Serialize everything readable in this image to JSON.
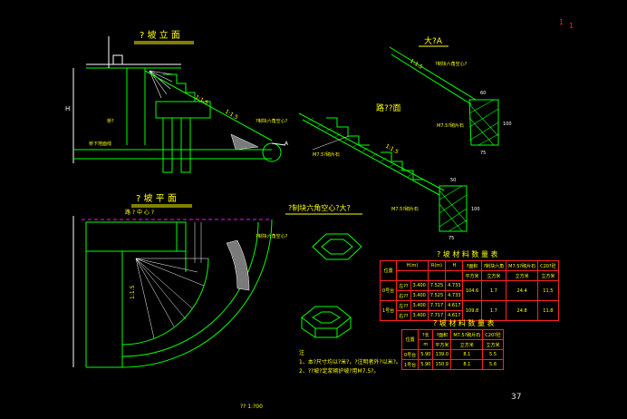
{
  "corner_marks": [
    "1",
    "1"
  ],
  "page_number": "37",
  "views": {
    "elevation_title": "? 坡 立 面",
    "plan_title": "? 坡 平 面",
    "detail_a_title": "大?A",
    "detail_b_title": "路??面",
    "hex_title": "?制块六角空心?大?",
    "plan_top_label": "路 ? 中 心 ?",
    "elev_label_h": "H",
    "elev_label_a": "A",
    "elev_label_ground": "桥下地面线",
    "elev_label_slope1": "1:1.5",
    "elev_label_slope2": "1:1.5",
    "elev_label_fill": "?制块六角空心?",
    "elev_label_pier": "桥?",
    "plan_label_slope": "1:1.5",
    "plan_label_fill": "?制块六角空心?",
    "det_a_slope": "1:1.5",
    "det_a_label": "?制块六角空心?",
    "det_a_mortar": "M7.5?砌片石",
    "det_a_dim1": "60",
    "det_a_dim2": "100",
    "det_a_dim3": "75",
    "det_b_slope": "1:1.5",
    "det_b_mortar1": "M7.5?砌片石",
    "det_b_mortar2": "M7.5?砌片石",
    "det_b_dim1": "50",
    "det_b_dim2": "100",
    "det_b_dim3": "75",
    "footer": "?? 1:?00"
  },
  "materials_table": {
    "title": "? 坡 材 料 数 量 表",
    "headers": [
      "位置",
      "H(m)",
      "R(m)",
      "H",
      "?面积",
      "?制块六角",
      "M7.5?砌片石",
      "C20?砼"
    ],
    "units": [
      "",
      "",
      "",
      "",
      "平方米",
      "立方米",
      "立方米",
      "立方米"
    ],
    "rows": [
      {
        "pos": "0号台",
        "side": "左??",
        "h": "3.400",
        "r": "7.525",
        "hh": "4.733",
        "area": "104.6",
        "hex": "1.7",
        "mortar": "24.4",
        "c20": "11.5"
      },
      {
        "pos": "",
        "side": "右??",
        "h": "3.400",
        "r": "7.525",
        "hh": "4.733",
        "area": "",
        "hex": "",
        "mortar": "",
        "c20": ""
      },
      {
        "pos": "1号台",
        "side": "左??",
        "h": "3.400",
        "r": "7.717",
        "hh": "4.617",
        "area": "109.8",
        "hex": "1.7",
        "mortar": "24.8",
        "c20": "11.8"
      },
      {
        "pos": "",
        "side": "右??",
        "h": "3.400",
        "r": "7.717",
        "hh": "4.617",
        "area": "",
        "hex": "",
        "mortar": "",
        "c20": ""
      }
    ]
  },
  "guard_table": {
    "title": "?  坡  材 料 数 量 表",
    "headers": [
      "位置",
      "?长",
      "?面积",
      "M7.5?砌片石",
      "C20?砼"
    ],
    "units": [
      "",
      "m",
      "平方米",
      "立方米",
      "立方米"
    ],
    "rows": [
      {
        "pos": "0号台",
        "len": "5.90",
        "area": "139.0",
        "mortar": "8.1",
        "c20": "5.5"
      },
      {
        "pos": "1号台",
        "len": "5.90",
        "area": "150.9",
        "mortar": "8.1",
        "c20": "5.6"
      }
    ]
  },
  "notes": {
    "head": "注",
    "line1": "1、本?尺寸均以?米?，?注明者外?以米?。",
    "line2": "2、??坡?定浆砌护坡?用M7.5?。"
  },
  "colors": {
    "background": "#000000",
    "line": "#00ff00",
    "text": "#ffff00",
    "table_border": "#ff2020",
    "accent": "#ff00ff"
  }
}
